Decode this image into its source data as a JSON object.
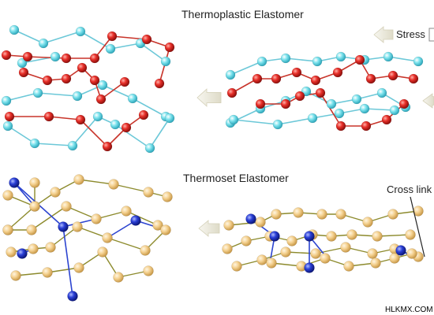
{
  "labels": {
    "thermoplastic": "Thermoplastic Elastomer",
    "thermoset": "Thermoset Elastomer",
    "stress": "Stress",
    "cross_link": "Cross link",
    "watermark": "HLKMX.COM"
  },
  "colors": {
    "cyan_bead": "#6fd9e6",
    "cyan_bond": "#6cc8d8",
    "red_bead": "#e02a22",
    "red_bond": "#c8342a",
    "tan_bead": "#f2cd8c",
    "olive_bond": "#8c8a2c",
    "blue_bead": "#2a3fd6",
    "blue_bond": "#2c44d0",
    "arrow_fill": "#ece9dc"
  }
}
